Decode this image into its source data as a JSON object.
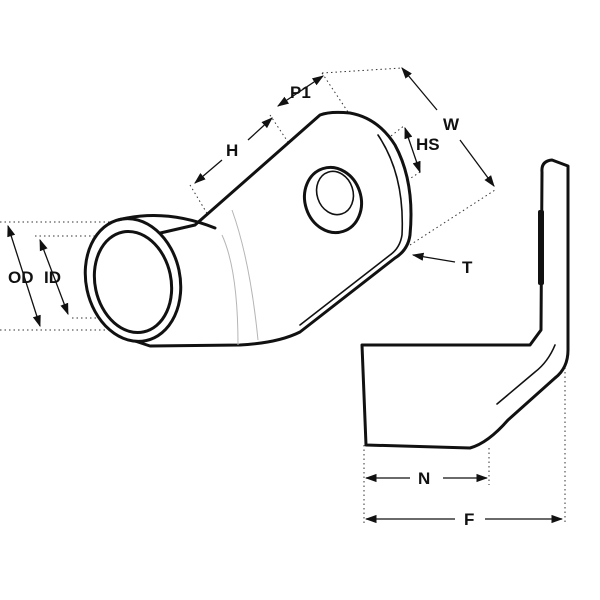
{
  "labels": {
    "P1": "P1",
    "W": "W",
    "H": "H",
    "HS": "HS",
    "T": "T",
    "OD": "OD",
    "ID": "ID",
    "N": "N",
    "F": "F"
  },
  "colors": {
    "line": "#111111",
    "background": "#ffffff",
    "shade": "#b5b5b5"
  }
}
